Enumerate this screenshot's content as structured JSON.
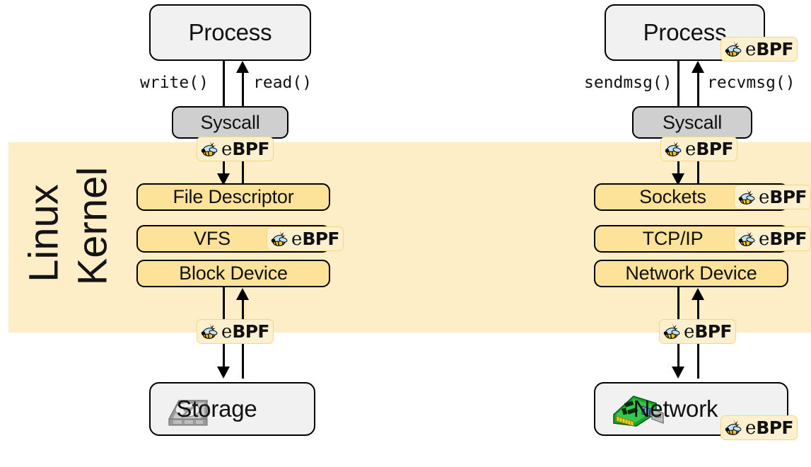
{
  "diagram": {
    "title": "eBPF observability across the Linux kernel I/O and network stacks",
    "kernel_band": {
      "label_line1": "Linux",
      "label_line2": "Kernel",
      "color": "#fdeec8"
    },
    "badge": {
      "text_e": "e",
      "text_bpf": "BPF",
      "icon": "bee-icon",
      "bg": "#fdf0cf",
      "border": "#f5d77c"
    },
    "colors": {
      "process_box": "#f1f1f1",
      "syscall_box": "#cfcfcf",
      "kernel_box": "#fde29a",
      "device_box": "#f1f1f1",
      "stroke": "#000000"
    },
    "left_stack": {
      "name": "storage-io-path",
      "process": {
        "label": "Process",
        "has_badge": false
      },
      "syscalls": {
        "write": "write()",
        "read": "read()"
      },
      "syscall_box": {
        "label": "Syscall",
        "has_badge": true
      },
      "kernel_layers": [
        {
          "label": "File Descriptor",
          "has_badge": false
        },
        {
          "label": "VFS",
          "has_badge": true
        },
        {
          "label": "Block Device",
          "has_badge": false
        }
      ],
      "below_kernel_badge": true,
      "device": {
        "label": "Storage",
        "icon": "hard-disk-icon",
        "has_badge": false
      }
    },
    "right_stack": {
      "name": "network-io-path",
      "process": {
        "label": "Process",
        "has_badge": true
      },
      "syscalls": {
        "write": "sendmsg()",
        "read": "recvmsg()"
      },
      "syscall_box": {
        "label": "Syscall",
        "has_badge": true
      },
      "kernel_layers": [
        {
          "label": "Sockets",
          "has_badge": true
        },
        {
          "label": "TCP/IP",
          "has_badge": true
        },
        {
          "label": "Network Device",
          "has_badge": false
        }
      ],
      "below_kernel_badge": true,
      "device": {
        "label": "Network",
        "icon": "network-card-icon",
        "has_badge": true
      }
    }
  }
}
